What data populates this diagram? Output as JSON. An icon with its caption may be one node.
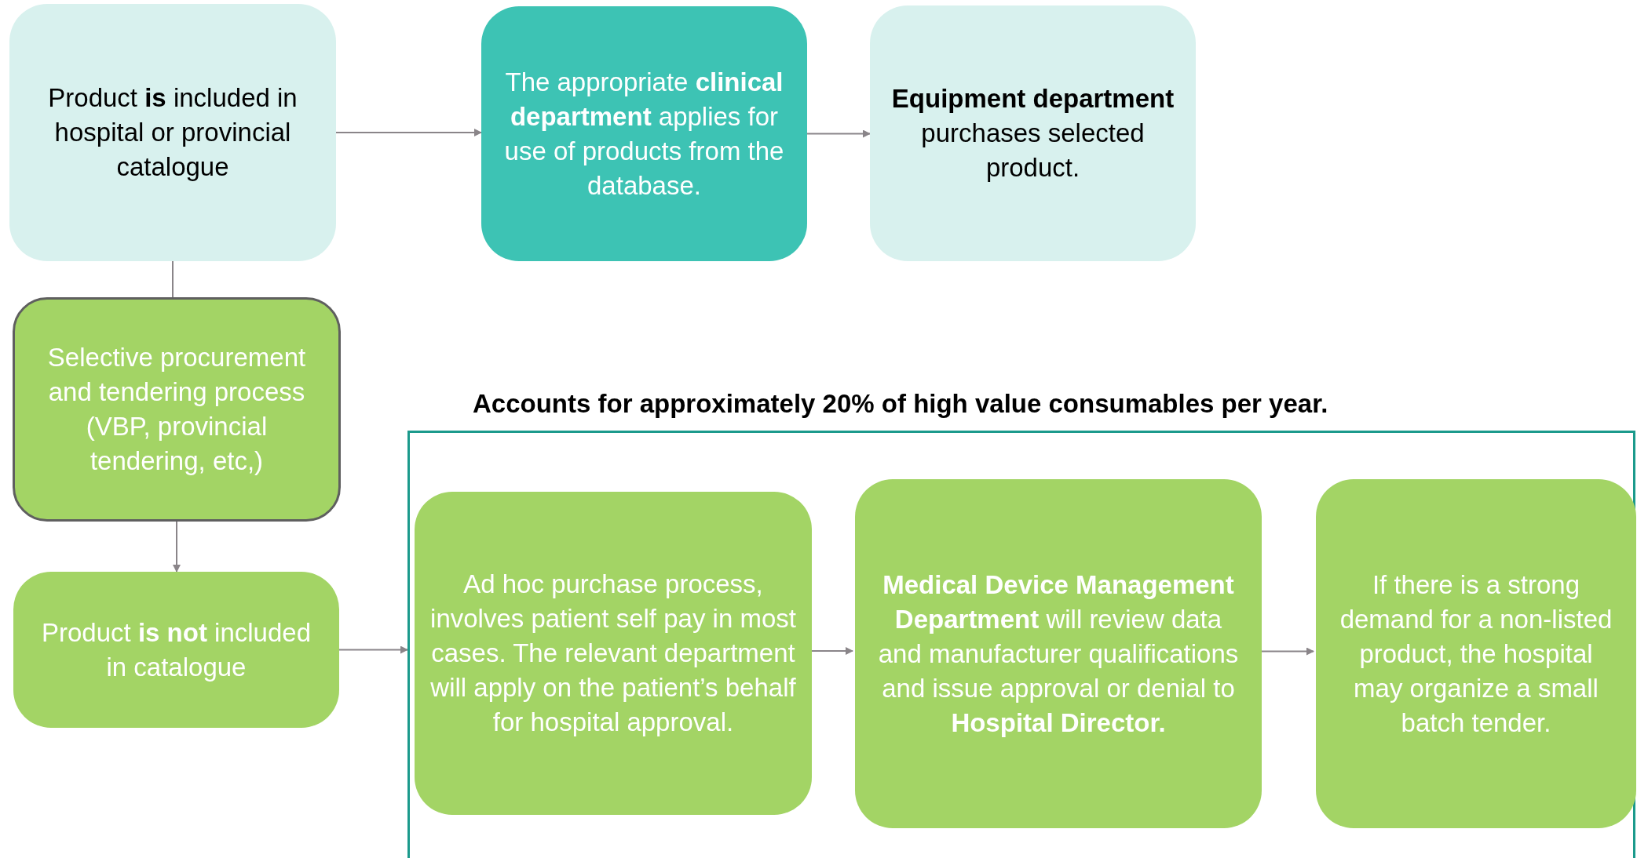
{
  "diagram": {
    "nodes": [
      {
        "text": [
          "Product **is** included in hospital or provincial catalogue"
        ]
      },
      {
        "text": [
          "The appropriate **clinical department** applies for use of products from the database."
        ]
      },
      {
        "text": [
          "**Equipment department** purchases selected product."
        ]
      },
      {
        "text": [
          "Selective procurement and tendering process (VBP, provincial tendering, etc,)"
        ]
      },
      {
        "text": [
          "Product **is not** included in catalogue"
        ]
      },
      {
        "text": [
          "Accounts for approximately 20% of high value consumables per year."
        ]
      },
      {
        "text": [
          "Ad hoc purchase process, involves patient self pay in most cases. The relevant department will apply on the patient’s behalf for hospital approval."
        ],
        "in": 5
      },
      {
        "text": [
          "**Medical Device Management Department** will review data and manufacturer qualifications and issue approval or denial to **Hospital Director.**"
        ],
        "in": 5
      },
      {
        "text": [
          "If there is a strong demand for a non-listed product, the hospital may organize a small batch tender."
        ],
        "in": 5
      }
    ],
    "edges": [
      {
        "from": 0,
        "to": 1,
        "arrow": "to"
      },
      {
        "from": 1,
        "to": 2,
        "arrow": "to"
      },
      {
        "from": 0,
        "to": 3,
        "arrow": "none"
      },
      {
        "from": 3,
        "to": 4,
        "arrow": "to"
      },
      {
        "from": 4,
        "to": 5,
        "arrow": "to"
      },
      {
        "from": 6,
        "to": 7,
        "arrow": "to"
      },
      {
        "from": 7,
        "to": 8,
        "arrow": "to"
      }
    ]
  }
}
